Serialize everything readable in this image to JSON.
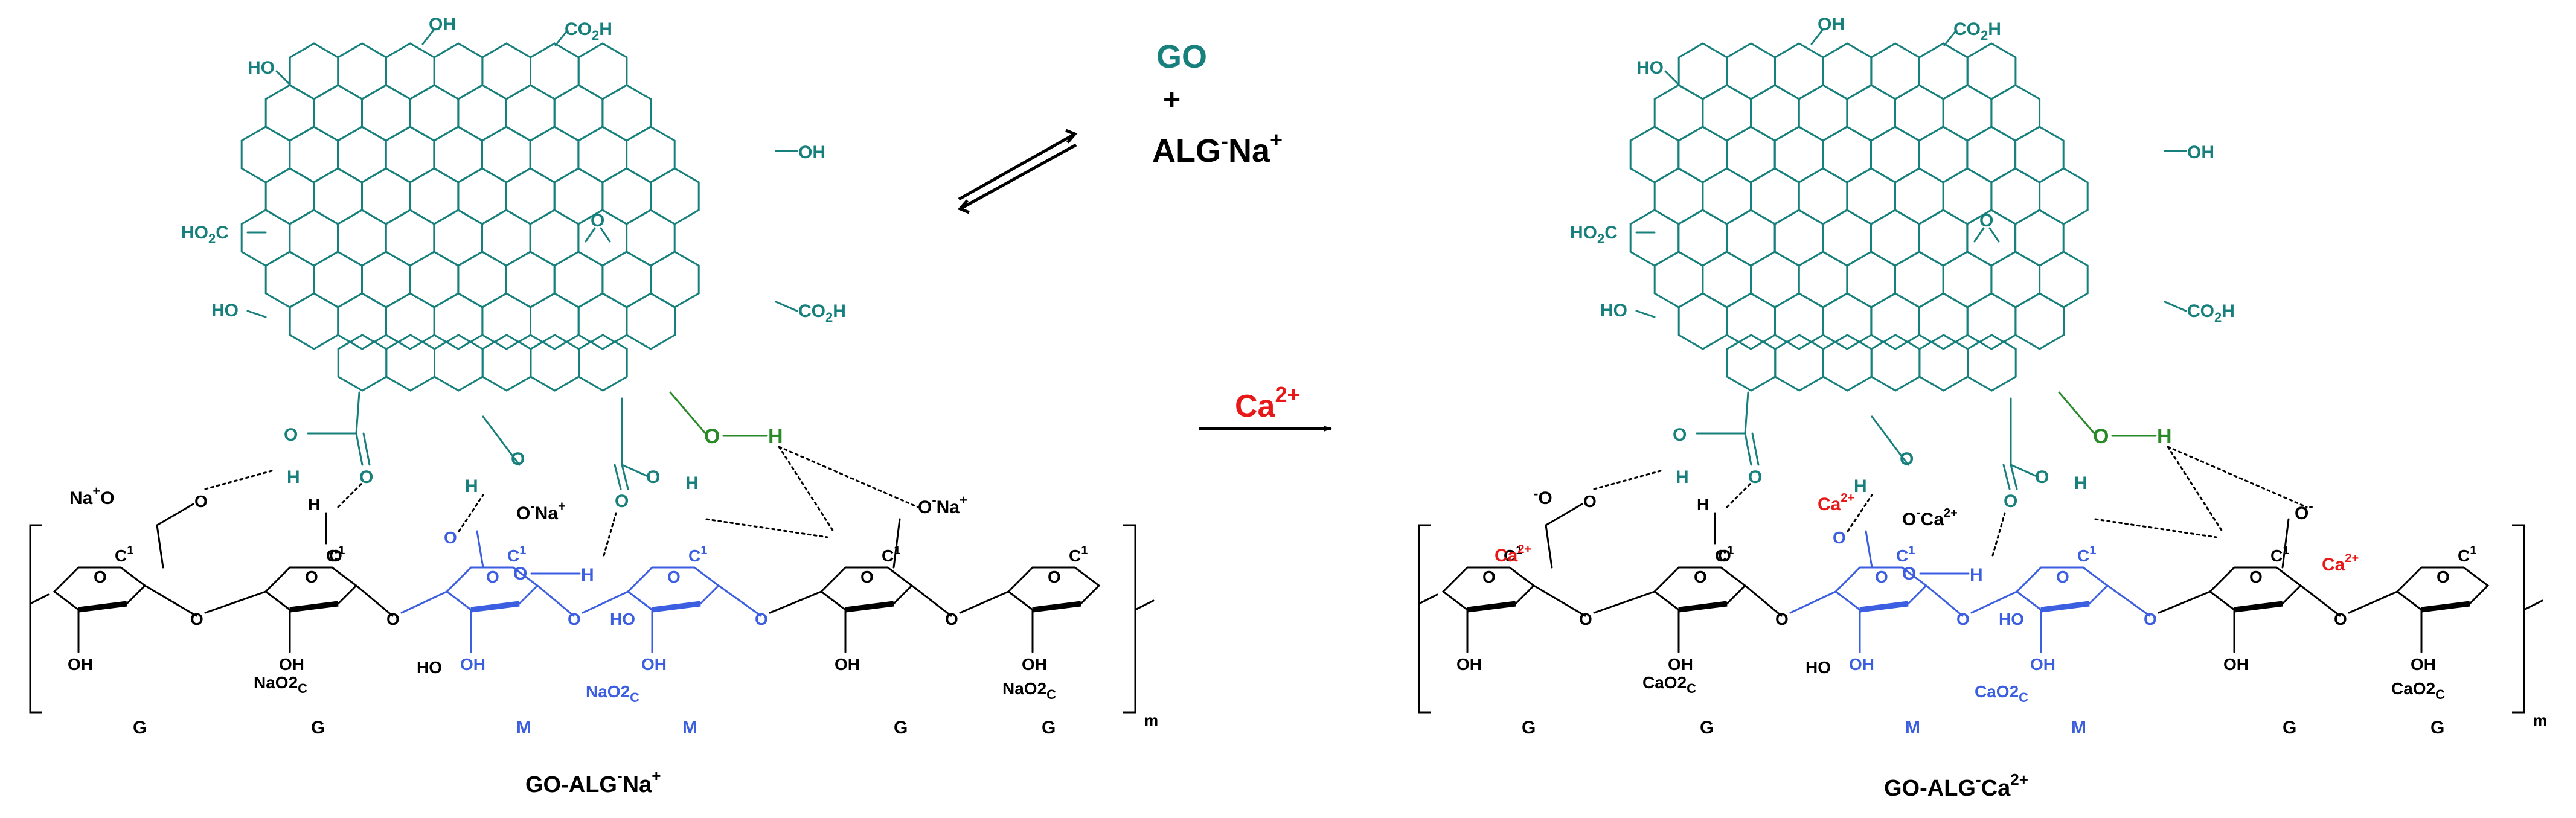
{
  "colors": {
    "graphene": "#17807c",
    "hbond_green": "#2a8a2a",
    "mannuronate": "#3c5ee0",
    "cation": "#e81818",
    "ink": "#000000"
  },
  "graphene_labels": {
    "hydroxyl": "HO",
    "hydroxyl_right": "OH",
    "carboxyl": "CO2H",
    "carboxyl_left": "HO2C",
    "epoxide_o": "O"
  },
  "equilibrium": {
    "go": "GO",
    "plus": "+",
    "alg_prefix": "ALG",
    "anion_sign": "-",
    "cation": "Na",
    "cation_sign": "+"
  },
  "reaction_arrow": {
    "reagent": "Ca",
    "reagent_charge": "2+"
  },
  "residue_letters": {
    "guluronate": "G",
    "mannuronate": "M"
  },
  "alginate_labels": {
    "hydroxyl": "OH",
    "hydroxyl_left": "HO",
    "ring_oxygen": "O",
    "carbon_one": "C",
    "carbon_one_index": "1",
    "hydrogen": "H",
    "repeat_index": "m",
    "sodium_carboxylate": "NaO2C",
    "calcium_carboxylate": "CaO2C",
    "alkoxide": "O"
  },
  "ion_labels": {
    "na": "Na",
    "na_plus": "+",
    "minus": "-",
    "ca": "Ca",
    "ca_charge": "2+"
  },
  "complex_names": {
    "left_base": "GO-ALG",
    "left_anion": "-",
    "left_cation": "Na",
    "left_charge": "+",
    "right_base": "GO-ALG",
    "right_anion": "-",
    "right_cation": "Ca",
    "right_charge": "2+"
  }
}
